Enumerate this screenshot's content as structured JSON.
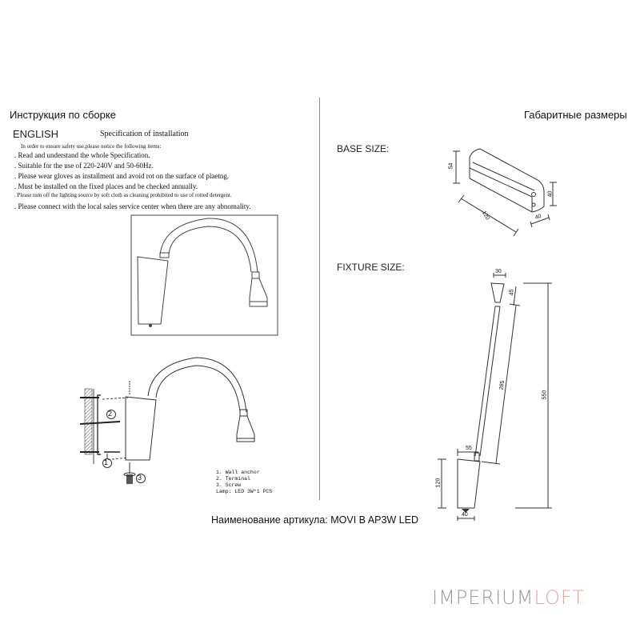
{
  "left": {
    "heading": "Инструкция по сборке",
    "language": "ENGLISH",
    "spec_title": "Specification of installation",
    "intro": "In order to ensure safety use,please notice the following items:",
    "items": [
      "Read and understand the whole Specification.",
      "Suitable for the use of 220-240V and 50-60Hz.",
      "Please wear gloves as installment and avoid rot on the surface of plaetng.",
      "Must be installed on the fixed places and be checked annually.",
      "Please turn off the lighting source by soft cloth as cleaning prohibited to use of rotted detergent.",
      "Please connect with the local sales service center when there are any abnomality."
    ],
    "bullet": ".",
    "callouts": [
      "1",
      "2",
      "3"
    ],
    "legend": [
      "1. Wall anchor",
      "2. Terminal",
      "3. Screw",
      "Lamp: LED 3W*1 PCS"
    ]
  },
  "right": {
    "heading": "Габаритные размеры",
    "base_label": "BASE SIZE:",
    "base_dims": {
      "height": "54",
      "end_height": "40",
      "length": "120",
      "depth": "40"
    },
    "fixture_label": "FIXTURE SIZE:",
    "fixture_dims": {
      "head_width": "30",
      "head_length": "45",
      "arm_length": "285",
      "total_height": "550",
      "base_offset": "55",
      "base_height": "120",
      "base_width": "40"
    }
  },
  "footer": {
    "article": "Наименование артикула: MOVI B AP3W LED"
  },
  "logo": {
    "part1": "IMPERIUM",
    "part2": "LOFT",
    "color1": "#9a9a9a",
    "color2": "#e8a3a3"
  }
}
